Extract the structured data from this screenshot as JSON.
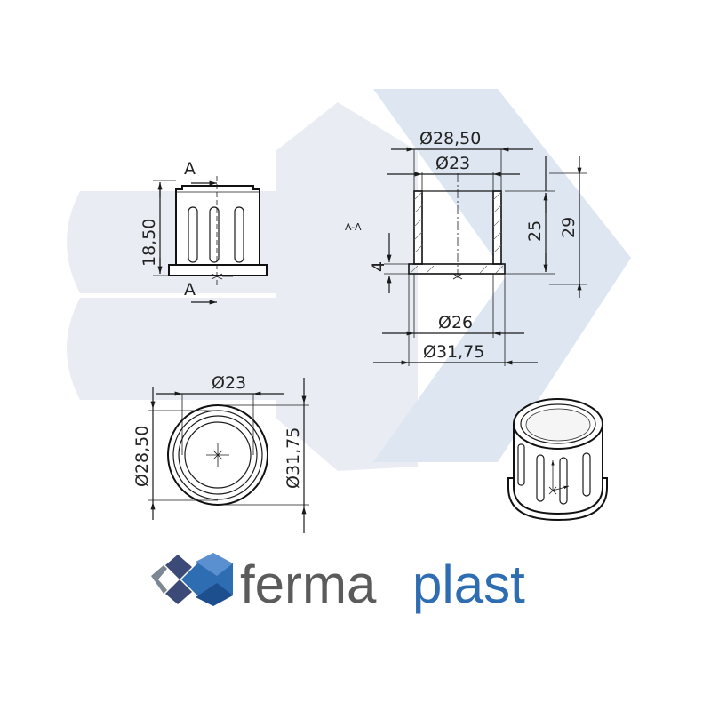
{
  "diagram": {
    "section_label": "A-A",
    "section_marker_top": "A",
    "section_marker_bottom": "A",
    "front_view": {
      "height_dim": "18,50"
    },
    "section_view": {
      "top_outer_dim": "Ø28,50",
      "top_inner_dim": "Ø23",
      "height_inner_dim": "25",
      "height_total_dim": "29",
      "flange_dim": "4",
      "bottom_inner_dim": "Ø26",
      "bottom_outer_dim": "Ø31,75"
    },
    "top_view": {
      "top_dim": "Ø23",
      "left_dim": "Ø28,50",
      "right_dim": "Ø31,75"
    }
  },
  "logo": {
    "word_part1": "ferma",
    "word_part2": "plast",
    "color_dark": "#5b5b5b",
    "color_blue": "#2f6db3"
  },
  "colors": {
    "watermark": "#e9edf3",
    "line": "#1a1a1a"
  }
}
